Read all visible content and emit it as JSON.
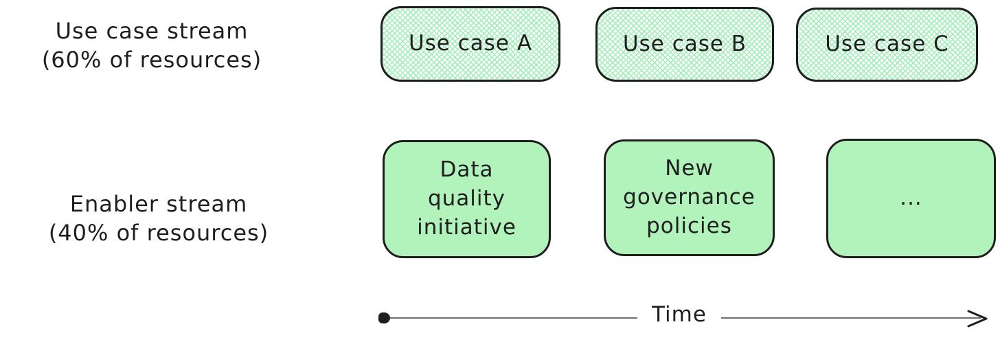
{
  "diagram": {
    "streams": [
      {
        "label": "Use case stream",
        "sublabel": "(60% of resources)",
        "boxes": [
          {
            "label": "Use case A"
          },
          {
            "label": "Use case B"
          },
          {
            "label": "Use case C"
          }
        ]
      },
      {
        "label": "Enabler stream",
        "sublabel": "(40% of resources)",
        "boxes": [
          {
            "label": "Data quality initiative"
          },
          {
            "label": "New governance policies"
          },
          {
            "label": "..."
          }
        ]
      }
    ],
    "timeline": {
      "label": "Time"
    },
    "colors": {
      "box_solid_fill": "#b2f2bb",
      "box_hatch_line": "#a5edbb",
      "box_border": "#1e1e1e",
      "text": "#1e1e1e",
      "axis_line": "#6e6e6e"
    }
  }
}
